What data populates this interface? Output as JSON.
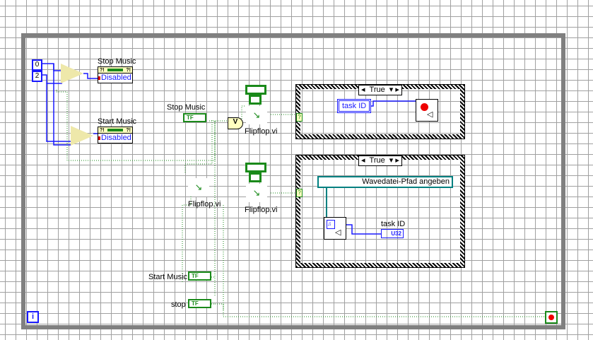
{
  "constants": {
    "zero": "0",
    "two": "2"
  },
  "indicators": [
    {
      "label": "Stop Music",
      "value": "Disabled"
    },
    {
      "label": "Start Music",
      "value": "Disabled"
    }
  ],
  "controls": {
    "stop_music": {
      "label": "Stop Music",
      "value": "TF"
    },
    "start_music": {
      "label": "Start Music",
      "value": "TF"
    },
    "stop": {
      "label": "stop",
      "value": "TF"
    }
  },
  "or_gate": "V",
  "subvis": {
    "ff1": "Flipflop.vi",
    "ff2": "Flipflop.vi",
    "ff3": "Flipflop.vi"
  },
  "case1": {
    "selector": "True",
    "task_id": "task ID"
  },
  "case2": {
    "selector": "True",
    "path_label": "Wavedatei-Pfad angeben",
    "task_id_label": "task ID",
    "task_id_type": "U32"
  },
  "iteration": "i",
  "selector_q": "?"
}
